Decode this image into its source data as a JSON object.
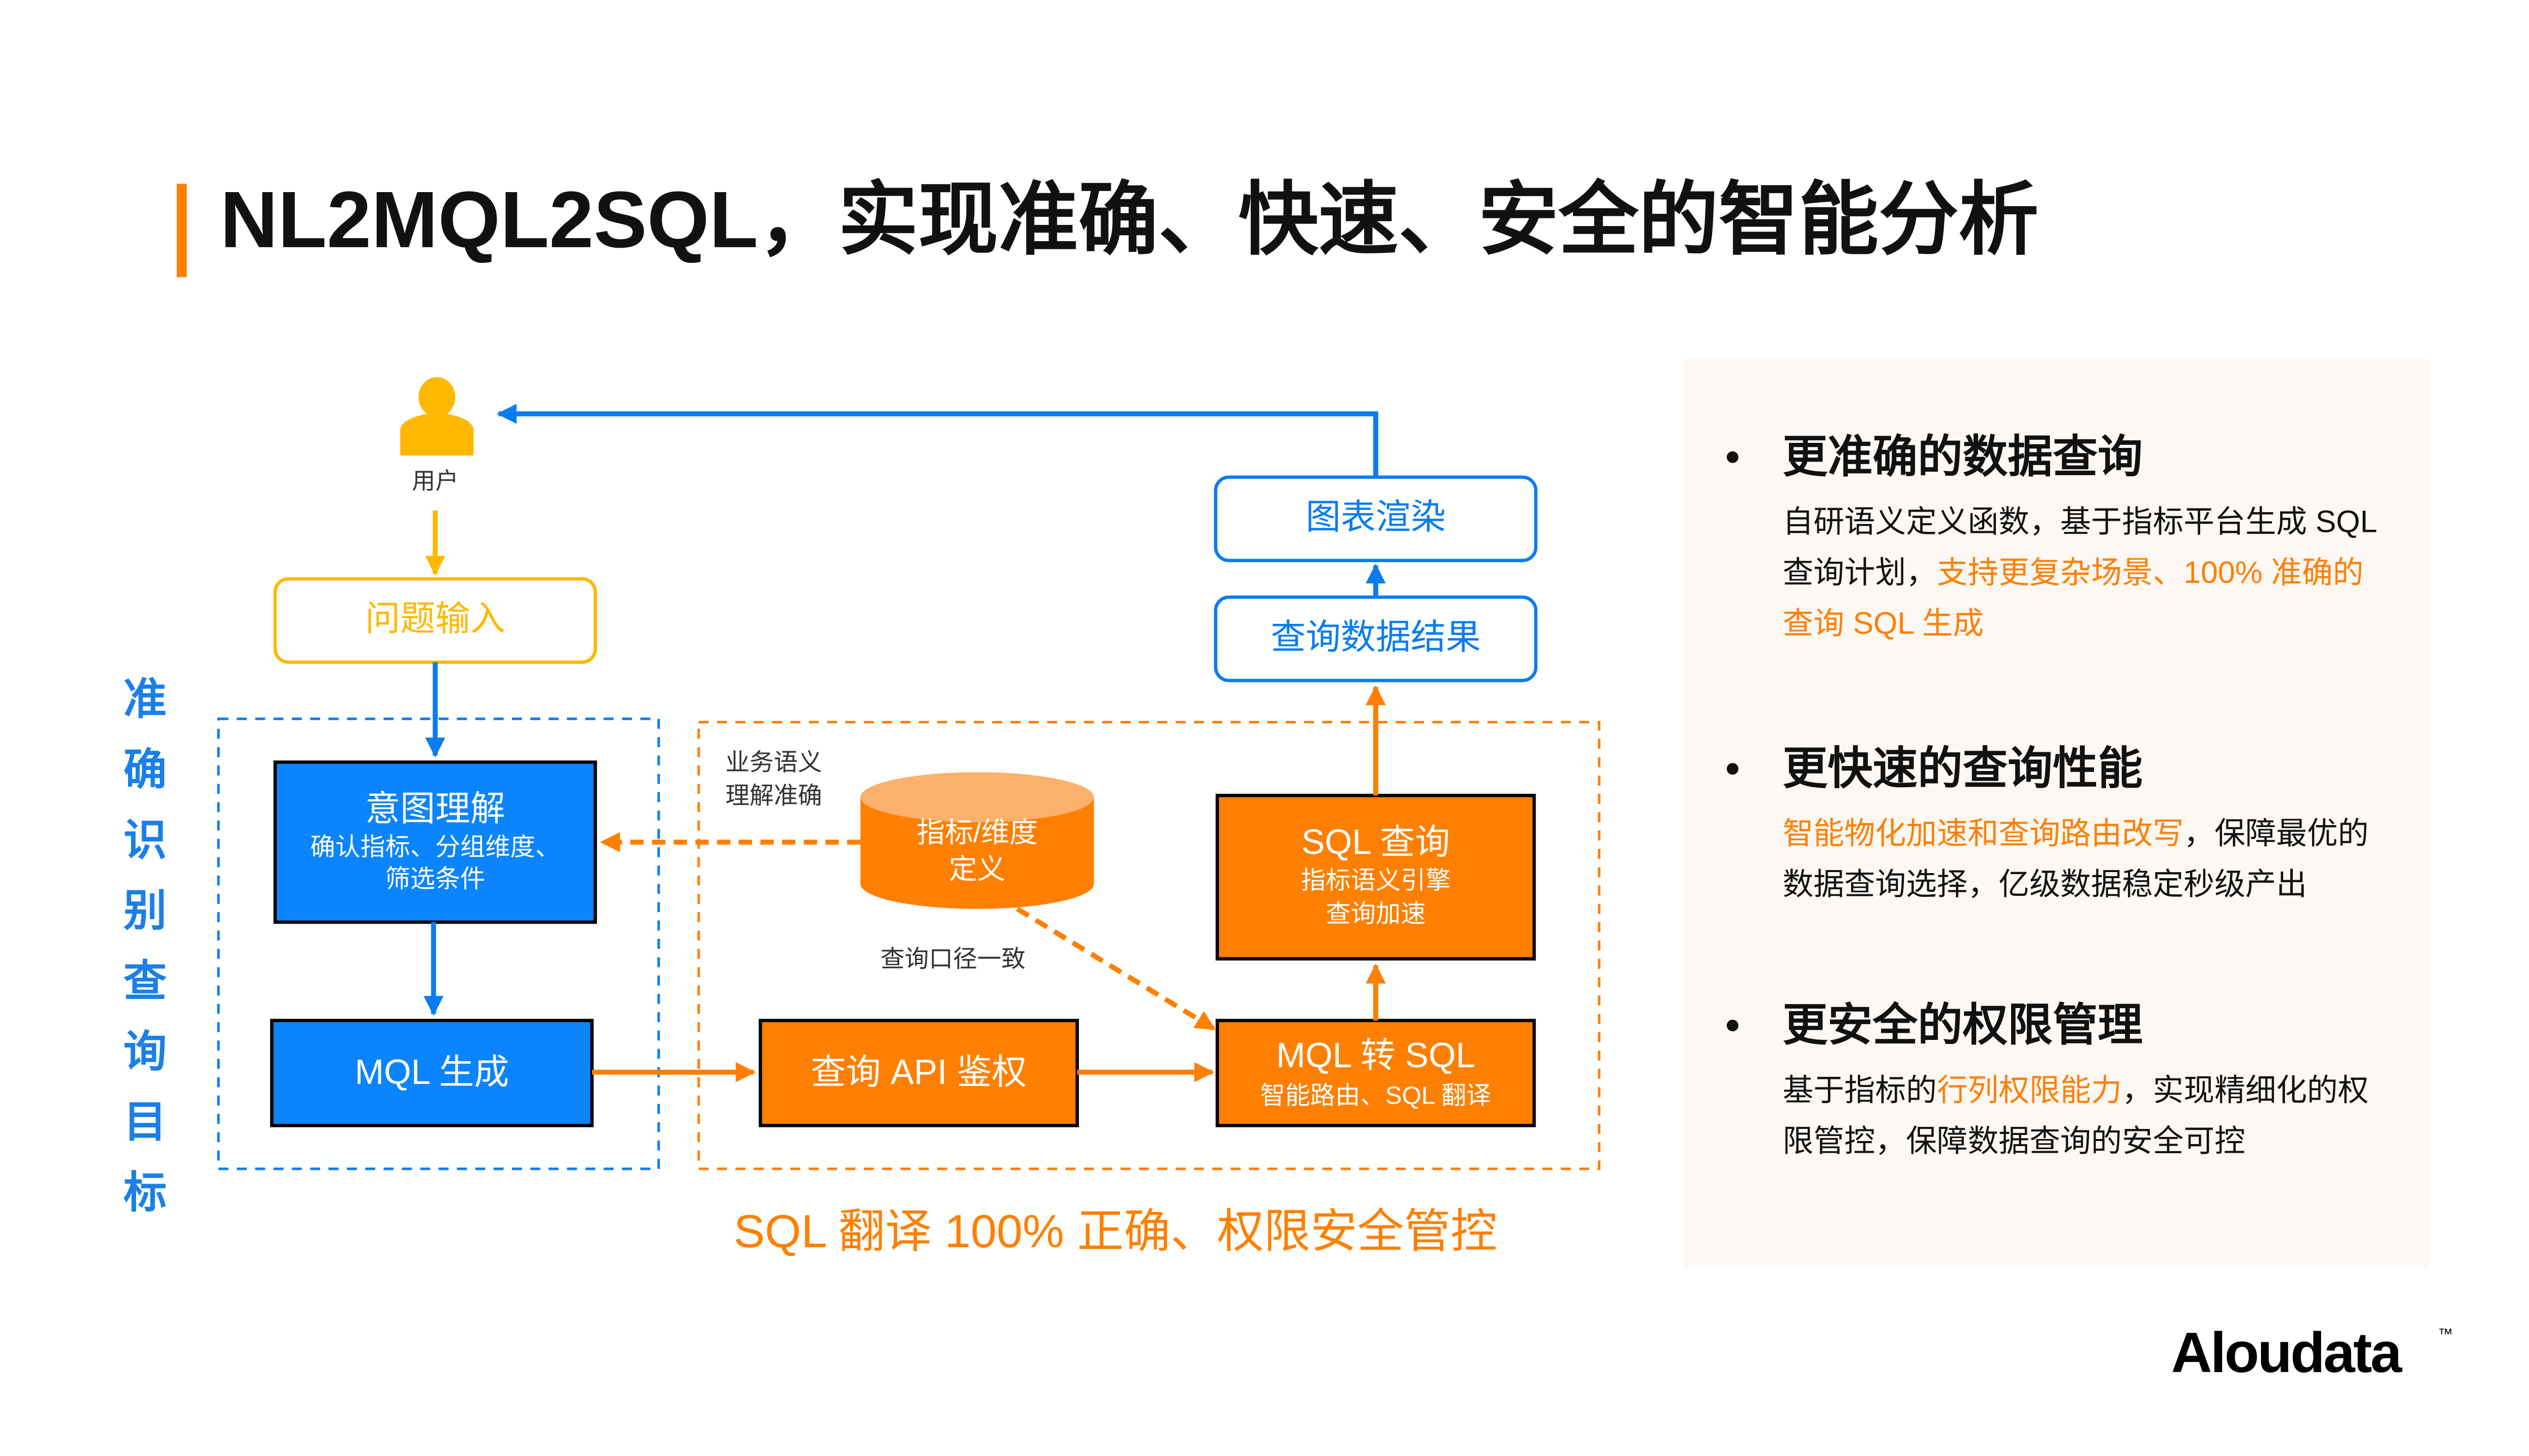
{
  "slide": {
    "title": "NL2MQL2SQL，实现准确、快速、安全的智能分析",
    "accent_color": "#ff7f00",
    "primary_blue": "#0a84ff",
    "logo": {
      "text": "Aloudata",
      "mark": "™"
    }
  },
  "diagram": {
    "user": {
      "icon": "user-icon",
      "label": "用户"
    },
    "question_input": {
      "label": "问题输入"
    },
    "intent": {
      "title": "意图理解",
      "line1": "确认指标、分组维度、",
      "line2": "筛选条件"
    },
    "mql_gen": {
      "label": "MQL 生成"
    },
    "api_auth": {
      "label": "查询 API 鉴权"
    },
    "mql_to_sql": {
      "title": "MQL 转 SQL",
      "sub": "智能路由、SQL 翻译"
    },
    "sql_query": {
      "title": "SQL 查询",
      "line1": "指标语义引擎",
      "line2": "查询加速"
    },
    "query_result": {
      "label": "查询数据结果"
    },
    "chart_render": {
      "label": "图表渲染"
    },
    "metric_db": {
      "icon": "database-icon",
      "line1": "指标/维度",
      "line2": "定义"
    },
    "note_semantic": {
      "line1": "业务语义",
      "line2": "理解准确"
    },
    "note_consistent": "查询口径一致",
    "vertical_label": [
      "准",
      "确",
      "识",
      "别",
      "查",
      "询",
      "目",
      "标"
    ],
    "bottom_caption": "SQL 翻译 100% 正确、权限安全管控"
  },
  "features": [
    {
      "heading": "更准确的数据查询",
      "lines": [
        [
          {
            "t": "自研语义定义函数，基于指标平台生成 SQL",
            "hl": false
          }
        ],
        [
          {
            "t": "查询计划，",
            "hl": false
          },
          {
            "t": "支持更复杂场景、100% 准确的",
            "hl": true
          }
        ],
        [
          {
            "t": "查询 SQL 生成",
            "hl": true
          }
        ]
      ]
    },
    {
      "heading": "更快速的查询性能",
      "lines": [
        [
          {
            "t": "智能物化加速和查询路由改写",
            "hl": true
          },
          {
            "t": "，保障最优的",
            "hl": false
          }
        ],
        [
          {
            "t": "数据查询选择，亿级数据稳定秒级产出",
            "hl": false
          }
        ]
      ]
    },
    {
      "heading": "更安全的权限管理",
      "lines": [
        [
          {
            "t": "基于指标的",
            "hl": false
          },
          {
            "t": "行列权限能力",
            "hl": true
          },
          {
            "t": "，实现精细化的权",
            "hl": false
          }
        ],
        [
          {
            "t": "限管控，保障数据查询的安全可控",
            "hl": false
          }
        ]
      ]
    }
  ]
}
